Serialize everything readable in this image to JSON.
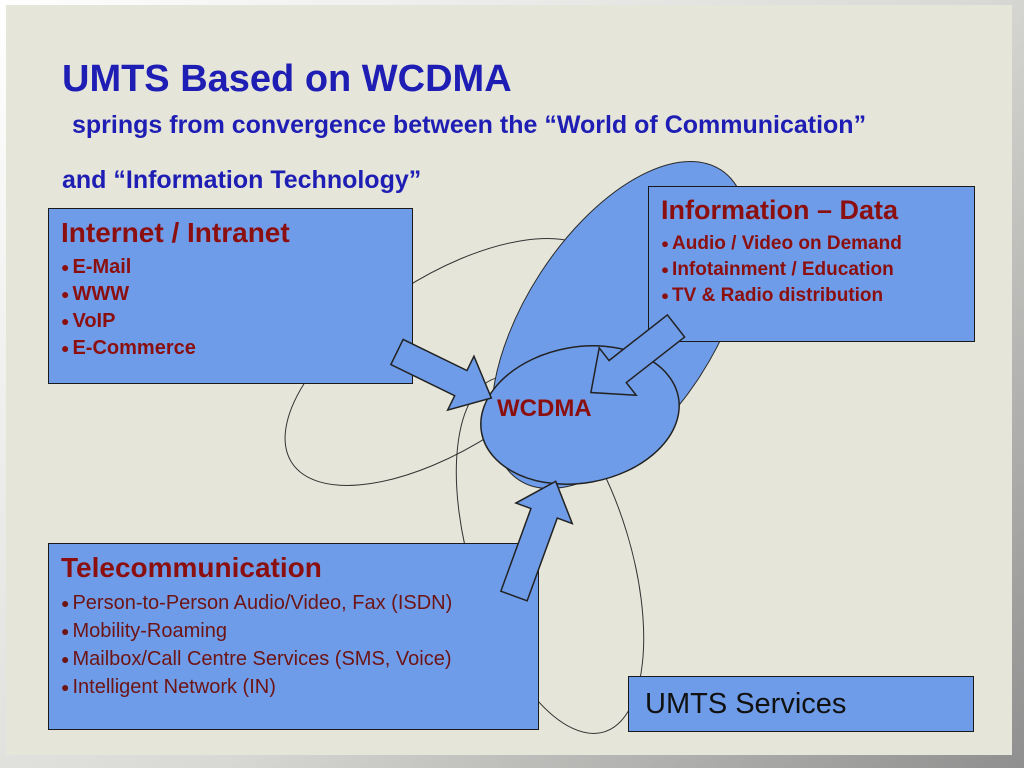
{
  "slide": {
    "title": "UMTS Based on WCDMA",
    "subtitle_line1": "springs from convergence between the “World of Communication”",
    "subtitle_line2": "and “Information Technology”",
    "wcdma_label": "WCDMA"
  },
  "boxes": {
    "internet": {
      "title": "Internet / Intranet",
      "items": [
        "E-Mail",
        "WWW",
        "VoIP",
        "E-Commerce"
      ]
    },
    "information": {
      "title": "Information – Data",
      "items": [
        "Audio / Video on Demand",
        "Infotainment / Education",
        "TV & Radio distribution"
      ]
    },
    "telecom": {
      "title": "Telecommunication",
      "items": [
        "Person-to-Person Audio/Video, Fax (ISDN)",
        "Mobility-Roaming",
        "Mailbox/Call Centre Services (SMS, Voice)",
        "Intelligent Network (IN)"
      ]
    },
    "umts_services": {
      "label": "UMTS Services"
    }
  },
  "colors": {
    "title_blue": "#1e1eb4",
    "box_blue": "#6f9ce8",
    "dark_red": "#8b0f0f",
    "slide_bg": "#e6e5da",
    "text_black": "#111111"
  }
}
